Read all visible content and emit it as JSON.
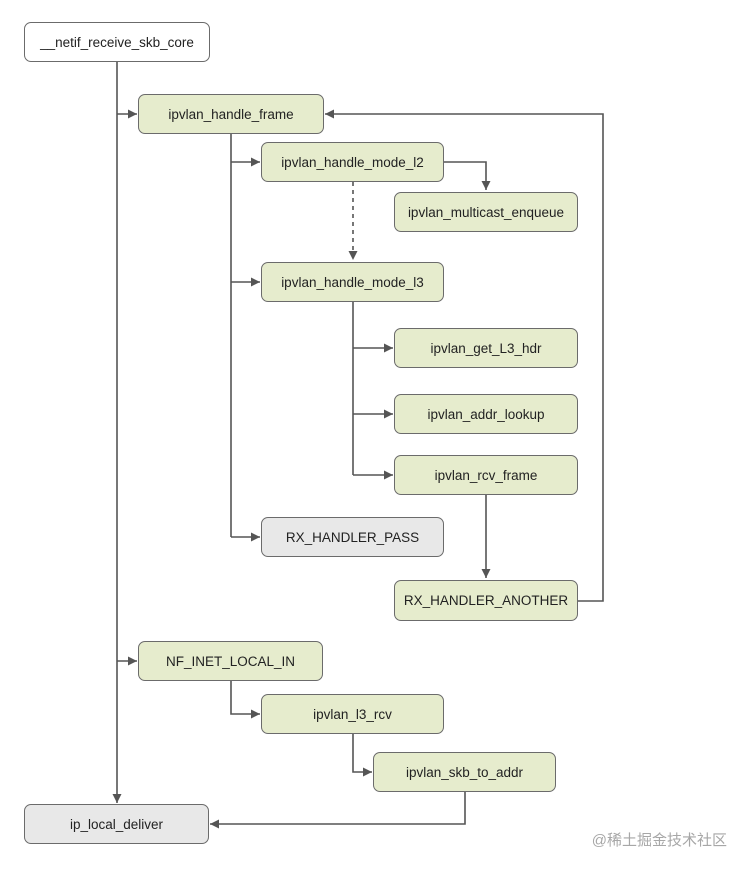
{
  "nodes": {
    "netif_receive_skb_core": "__netif_receive_skb_core",
    "ipvlan_handle_frame": "ipvlan_handle_frame",
    "ipvlan_handle_mode_l2": "ipvlan_handle_mode_l2",
    "ipvlan_multicast_enqueue": "ipvlan_multicast_enqueue",
    "ipvlan_handle_mode_l3": "ipvlan_handle_mode_l3",
    "ipvlan_get_l3_hdr": "ipvlan_get_L3_hdr",
    "ipvlan_addr_lookup": "ipvlan_addr_lookup",
    "ipvlan_rcv_frame": "ipvlan_rcv_frame",
    "rx_handler_pass": "RX_HANDLER_PASS",
    "rx_handler_another": "RX_HANDLER_ANOTHER",
    "nf_inet_local_in": "NF_INET_LOCAL_IN",
    "ipvlan_l3_rcv": "ipvlan_l3_rcv",
    "ipvlan_skb_to_addr": "ipvlan_skb_to_addr",
    "ip_local_deliver": "ip_local_deliver"
  },
  "colors": {
    "start": "#ffffff",
    "function": "#e6eccd",
    "terminal": "#e8e8e8",
    "stroke": "#6b6b6b",
    "line": "#555555"
  },
  "watermark": "@稀土掘金技术社区"
}
